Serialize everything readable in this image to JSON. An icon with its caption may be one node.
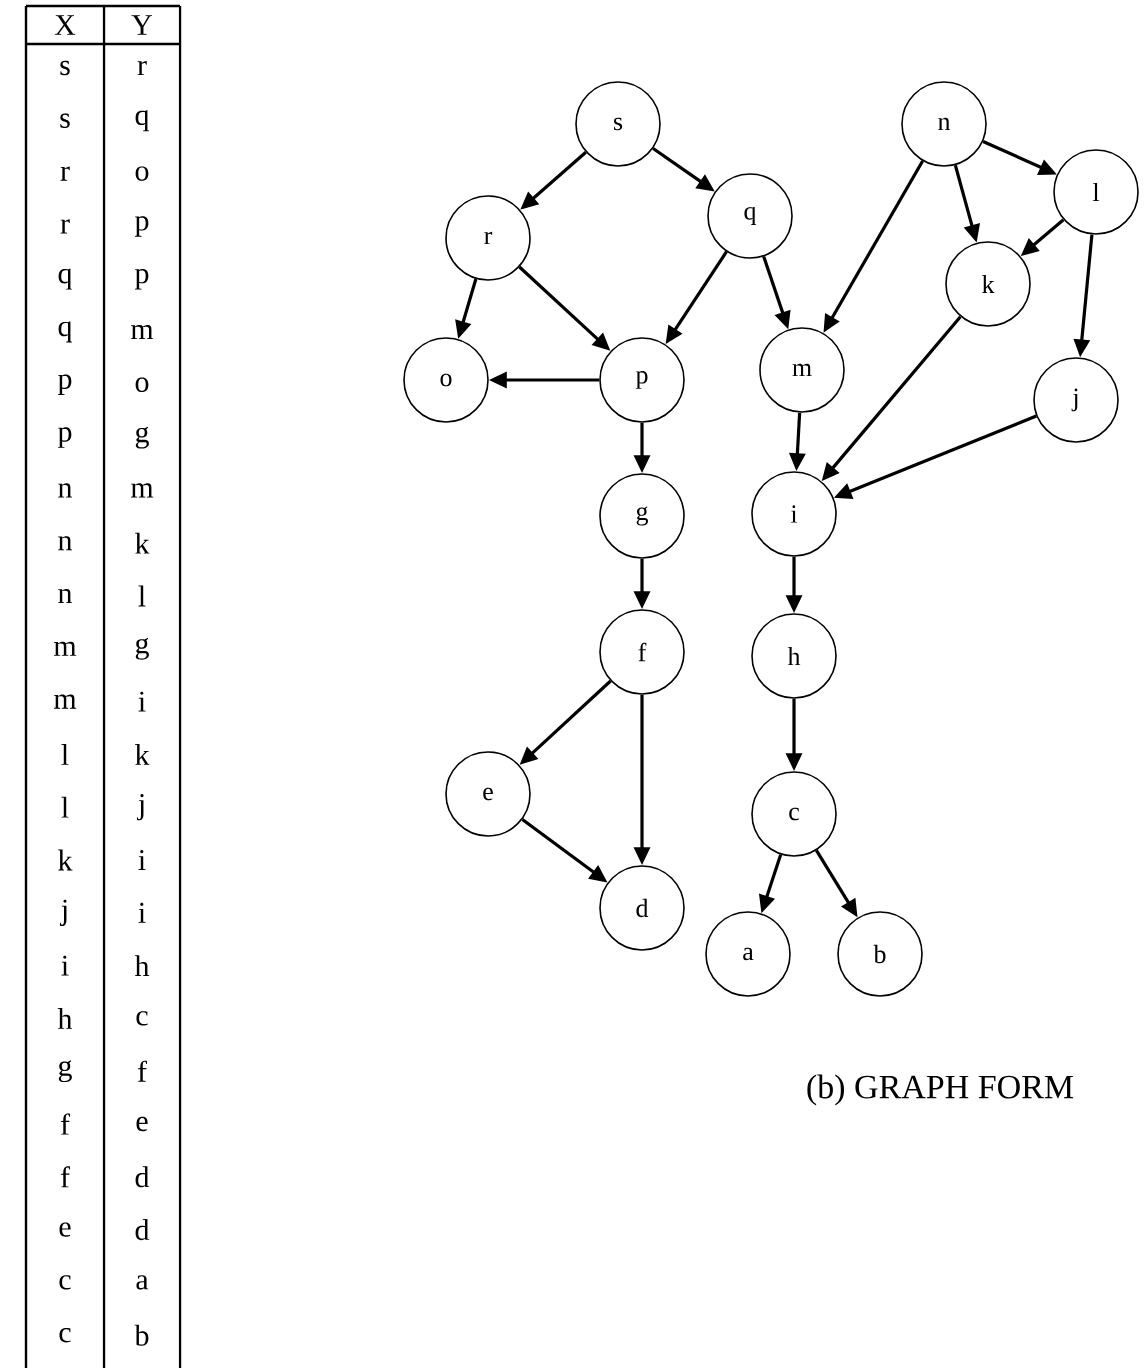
{
  "diagram": {
    "caption": "(b) GRAPH FORM",
    "nodes": [
      {
        "text": [
          "s"
        ]
      },
      {
        "text": [
          "n"
        ]
      },
      {
        "text": [
          "r"
        ]
      },
      {
        "text": [
          "q"
        ]
      },
      {
        "text": [
          "l"
        ]
      },
      {
        "text": [
          "k"
        ]
      },
      {
        "text": [
          "o"
        ]
      },
      {
        "text": [
          "p"
        ]
      },
      {
        "text": [
          "m"
        ]
      },
      {
        "text": [
          "j"
        ]
      },
      {
        "text": [
          "g"
        ]
      },
      {
        "text": [
          "i"
        ]
      },
      {
        "text": [
          "f"
        ]
      },
      {
        "text": [
          "h"
        ]
      },
      {
        "text": [
          "e"
        ]
      },
      {
        "text": [
          "c"
        ]
      },
      {
        "text": [
          "d"
        ]
      },
      {
        "text": [
          "a"
        ]
      },
      {
        "text": [
          "b"
        ]
      }
    ],
    "edges": [
      {
        "from": 0,
        "to": 2,
        "arrow": "to"
      },
      {
        "from": 0,
        "to": 3,
        "arrow": "to"
      },
      {
        "from": 2,
        "to": 6,
        "arrow": "to"
      },
      {
        "from": 2,
        "to": 7,
        "arrow": "to"
      },
      {
        "from": 3,
        "to": 7,
        "arrow": "to"
      },
      {
        "from": 3,
        "to": 8,
        "arrow": "to"
      },
      {
        "from": 7,
        "to": 6,
        "arrow": "to"
      },
      {
        "from": 7,
        "to": 10,
        "arrow": "to"
      },
      {
        "from": 1,
        "to": 8,
        "arrow": "to"
      },
      {
        "from": 1,
        "to": 5,
        "arrow": "to"
      },
      {
        "from": 1,
        "to": 4,
        "arrow": "to"
      },
      {
        "from": 4,
        "to": 5,
        "arrow": "to"
      },
      {
        "from": 4,
        "to": 9,
        "arrow": "to"
      },
      {
        "from": 8,
        "to": 11,
        "arrow": "to"
      },
      {
        "from": 5,
        "to": 11,
        "arrow": "to"
      },
      {
        "from": 9,
        "to": 11,
        "arrow": "to"
      },
      {
        "from": 11,
        "to": 13,
        "arrow": "to"
      },
      {
        "from": 13,
        "to": 15,
        "arrow": "to"
      },
      {
        "from": 10,
        "to": 12,
        "arrow": "to"
      },
      {
        "from": 12,
        "to": 14,
        "arrow": "to"
      },
      {
        "from": 12,
        "to": 16,
        "arrow": "to"
      },
      {
        "from": 14,
        "to": 16,
        "arrow": "to"
      },
      {
        "from": 15,
        "to": 17,
        "arrow": "to"
      },
      {
        "from": 15,
        "to": 18,
        "arrow": "to"
      }
    ],
    "labels": [
      "X",
      "Y",
      "s",
      "r",
      "s",
      "q",
      "r",
      "o",
      "r",
      "p",
      "q",
      "p",
      "q",
      "m",
      "p",
      "o",
      "p",
      "g",
      "n",
      "m",
      "n",
      "k",
      "n",
      "l",
      "m",
      "g",
      "m",
      "i",
      "l",
      "k",
      "l",
      "j",
      "k",
      "i",
      "j",
      "i",
      "i",
      "h",
      "h",
      "c",
      "g",
      "f",
      "f",
      "e",
      "f",
      "d",
      "e",
      "d",
      "c",
      "a",
      "c",
      "b"
    ]
  }
}
